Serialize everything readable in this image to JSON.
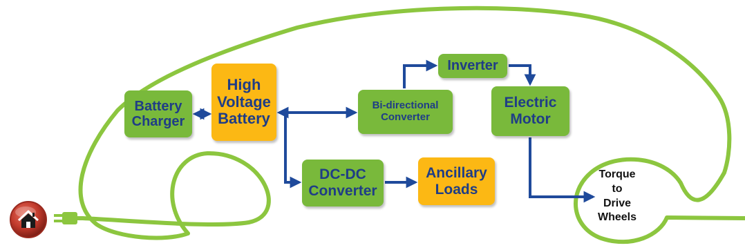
{
  "diagram": {
    "colors": {
      "outline_green": "#8cc63f",
      "box_green": "#79b93b",
      "box_orange": "#fcb814",
      "arrow_blue": "#1f4a9b",
      "text_blue": "#1f3d86",
      "home_red": "#c0392b"
    },
    "boxes": {
      "battery_charger": {
        "line1": "Battery",
        "line2": "Charger"
      },
      "hv_battery": {
        "line1": "High",
        "line2": "Voltage",
        "line3": "Battery"
      },
      "bidirectional": {
        "line1": "Bi-directional",
        "line2": "Converter"
      },
      "inverter": {
        "label": "Inverter"
      },
      "electric_motor": {
        "line1": "Electric",
        "line2": "Motor"
      },
      "dcdc": {
        "line1": "DC-DC",
        "line2": "Converter"
      },
      "ancillary": {
        "line1": "Ancillary",
        "line2": "Loads"
      }
    },
    "torque": {
      "line1": "Torque",
      "line2": "to",
      "line3": "Drive",
      "line4": "Wheels"
    },
    "home_button": {
      "icon": "home-icon"
    }
  }
}
